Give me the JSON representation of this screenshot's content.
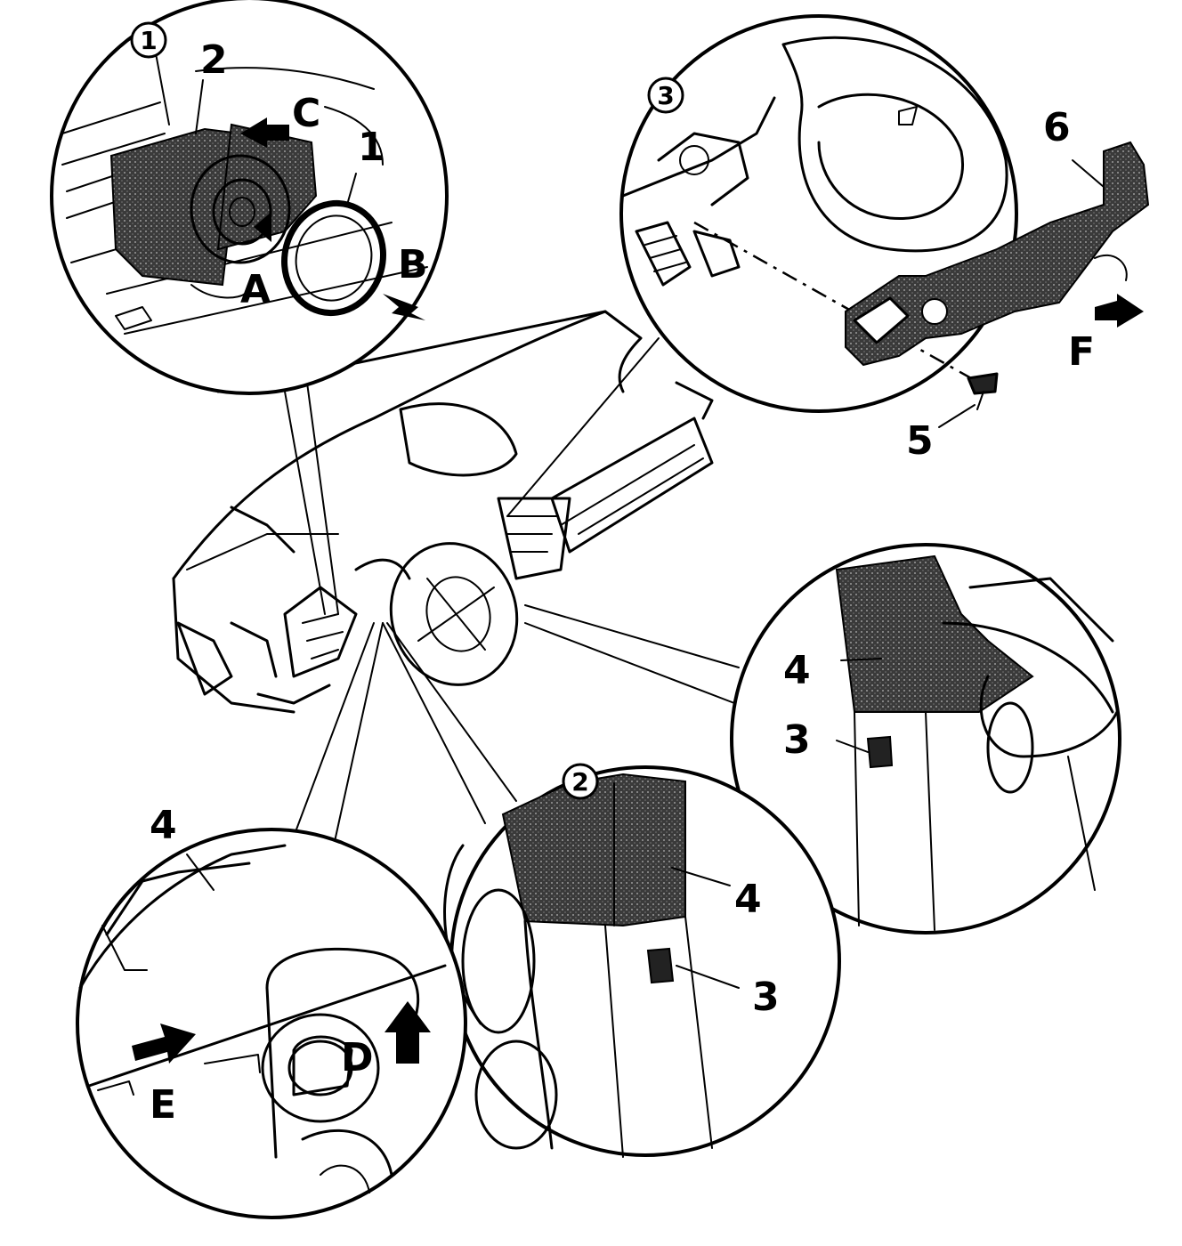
{
  "detail_markers": [
    "1",
    "2",
    "3"
  ],
  "part_labels": {
    "p1_top": "1",
    "p2_top": "2",
    "p3_right": "3",
    "p3_bottom": "3",
    "p4_right": "4",
    "p4_bottom": "4",
    "p4_left": "4",
    "p5": "5",
    "p6": "6"
  },
  "motion_labels": {
    "a": "A",
    "b": "B",
    "c": "C",
    "d": "D",
    "e": "E",
    "f": "F"
  }
}
